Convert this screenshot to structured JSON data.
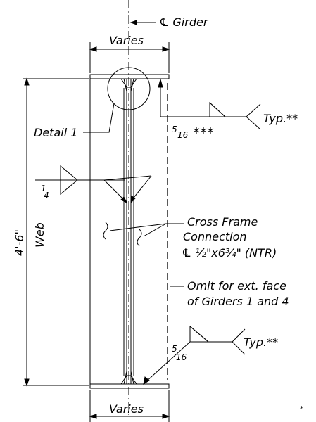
{
  "labels": {
    "centerline": "℄ Girder",
    "varies_top": "Varies",
    "varies_bottom": "Varies",
    "detail": "Detail 1",
    "dimension": "4'-6\"",
    "web": "Web",
    "weld_top_size": "5",
    "weld_top_size_den": "16",
    "weld_top_stars": "***",
    "typ_top": "Typ.**",
    "weld_mid_size_num": "1",
    "weld_mid_size_den": "4",
    "cross_frame_line1": "Cross Frame",
    "cross_frame_line2": "Connection",
    "cross_frame_line3": "℄ ½\"x6¾\" (NTR)",
    "omit_line1": "Omit for ext. face",
    "omit_line2": "of Girders 1 and 4",
    "weld_bot_size_num": "5",
    "weld_bot_size_den": "16",
    "typ_bottom": "Typ.**",
    "corner_mark": "*"
  }
}
